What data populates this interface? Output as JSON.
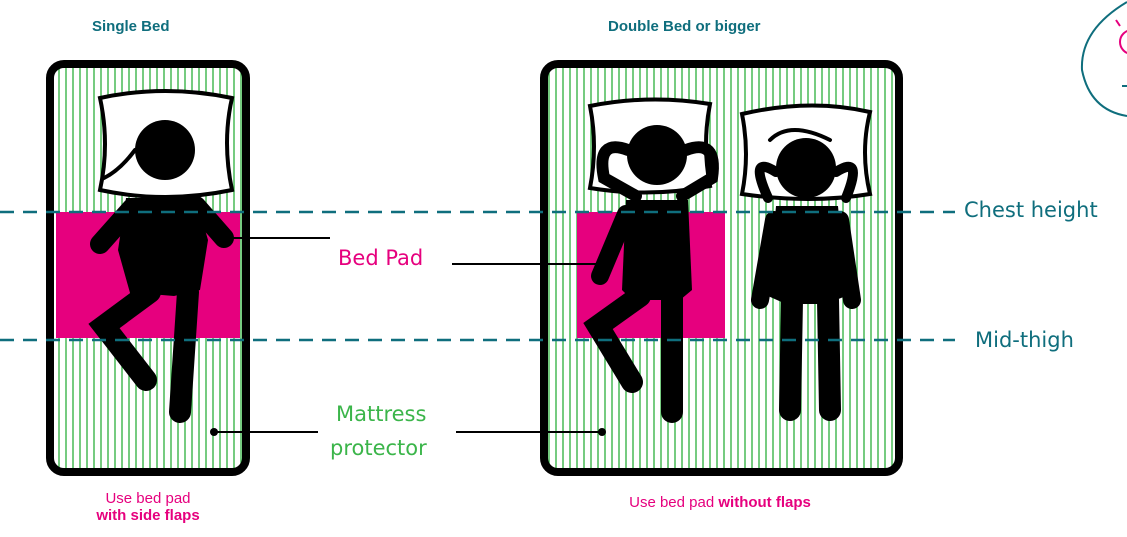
{
  "titles": {
    "single": "Single Bed",
    "double": "Double Bed or bigger"
  },
  "labels": {
    "bed_pad": "Bed Pad",
    "mattress_line1": "Mattress",
    "mattress_line2": "protector",
    "chest_height": "Chest height",
    "mid_thigh": "Mid-thigh"
  },
  "captions": {
    "single_line1": "Use bed pad",
    "single_line2": "with side flaps",
    "double_plain": "Use bed pad ",
    "double_bold": "without flaps"
  },
  "colors": {
    "pad": "#e6007e",
    "stripes": "#3bb54a",
    "dashed_line": "#0f6e7d",
    "teal_text": "#0f6e7d"
  }
}
